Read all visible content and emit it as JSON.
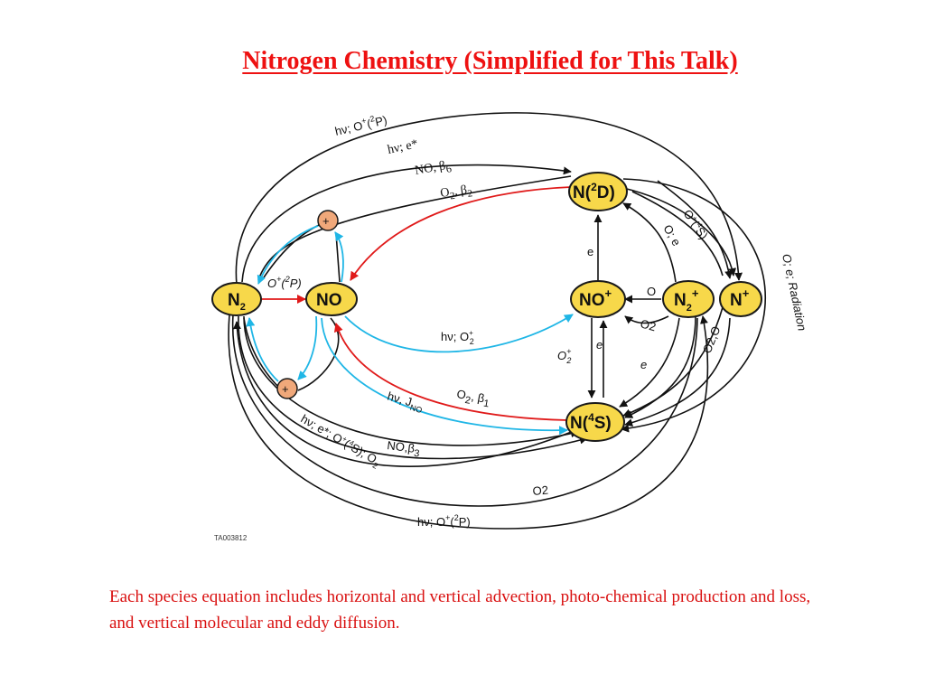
{
  "title": "Nitrogen Chemistry (Simplified for This Talk)",
  "caption": "Each species equation includes horizontal and vertical advection, photo-chemical production and loss, and vertical molecular and eddy diffusion.",
  "colors": {
    "title": "#ee1111",
    "caption": "#d91010",
    "node_fill": "#f7d84a",
    "node_stroke": "#1a1a1a",
    "plus_fill": "#f0a87a",
    "red_arrow": "#e01a1a",
    "cyan_arrow": "#1fb6e6",
    "black_arrow": "#111111"
  },
  "diagram": {
    "figure_id": "TA003812",
    "nodes": {
      "n2": {
        "base": "N",
        "sub": "2"
      },
      "no": {
        "base": "NO"
      },
      "n2d": {
        "pre": "N(",
        "sup": "2",
        "post": "D)"
      },
      "nplus_ion": {
        "base": "NO",
        "sup": "+"
      },
      "n2plus": {
        "base": "N",
        "sub": "2",
        "sup": "+"
      },
      "nplus": {
        "base": "N",
        "sup": "+"
      },
      "n4s": {
        "pre": "N(",
        "sup": "4",
        "post": "S)"
      },
      "plus_top": "+",
      "plus_bottom": "+"
    },
    "labels": {
      "hv_o2p_top": {
        "a": "hν; O",
        "sup1": "+",
        "b": "(",
        "sup2": "2",
        "c": "P)"
      },
      "hv_e_top": "hν; e*",
      "no_beta6": {
        "a": "NO, β",
        "sub": "6"
      },
      "o2_beta2": {
        "a": "O",
        "sub1": "2",
        "b": ", β",
        "sub2": "2"
      },
      "o_plus_2p_left": {
        "a": "O",
        "sup1": "+",
        "b": "(",
        "sup2": "2",
        "c": "P)"
      },
      "hv_o2plus": {
        "a": "hν; O",
        "sup": "+",
        "sub": "2"
      },
      "o2_beta1": {
        "a": "O",
        "sub1": "2",
        "b": ", β",
        "sub2": "1"
      },
      "hv_jno": {
        "a": "hν, J",
        "sub": "NO"
      },
      "no_beta3": {
        "a": "NO,β",
        "sub": "3"
      },
      "hv_e_o4s_o2": {
        "a": "hν; e*; O",
        "sup1": "+",
        "b": "(",
        "sup2": "4",
        "c": "S); O",
        "sub": "2"
      },
      "o2_bottom": "O2",
      "hv_o2p_bottom": {
        "a": "hν; O",
        "sup1": "+",
        "b": "(",
        "sup2": "2",
        "c": "P)"
      },
      "e_vertical": "e",
      "o_e_diag": "O; e",
      "oplus_4s": {
        "a": "O",
        "sup1": "+",
        "b": "(",
        "sup2": "4",
        "c": "S)"
      },
      "o_e_radiation": "O; e; Radiation",
      "o_small": "O",
      "o2_small": "O2",
      "o2_plus_vertical": {
        "a": "O",
        "sup": "+",
        "sub": "2"
      },
      "e_italic1": "e",
      "e_italic2": "e",
      "o2_o": "O2,O"
    }
  }
}
